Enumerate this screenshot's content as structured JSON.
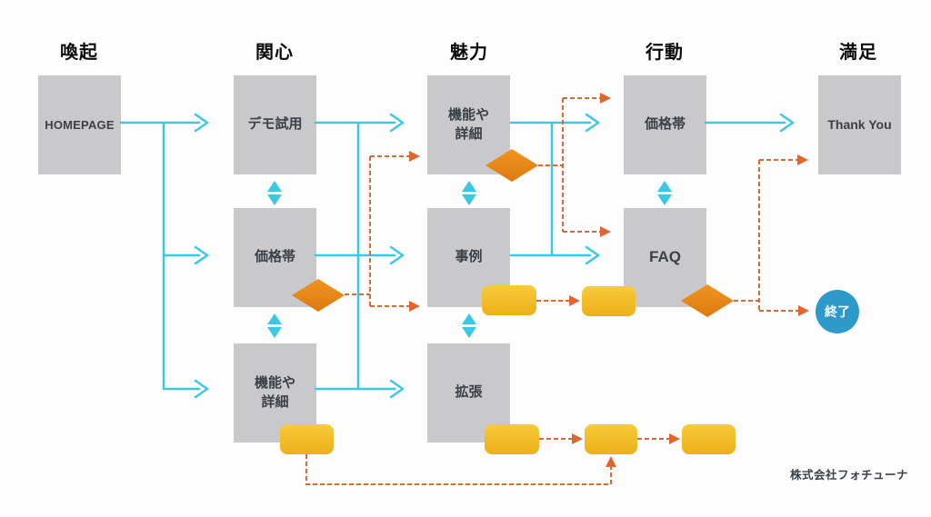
{
  "diagram": {
    "type": "customer-journey-flowchart",
    "columns": [
      {
        "header": "喚起",
        "nodes": [
          {
            "label": "HOMEPAGE"
          }
        ]
      },
      {
        "header": "関心",
        "nodes": [
          {
            "label": "デモ試用"
          },
          {
            "label": "価格帯"
          },
          {
            "label": "機能や詳細",
            "line1": "機能や",
            "line2": "詳細"
          }
        ]
      },
      {
        "header": "魅力",
        "nodes": [
          {
            "label": "機能や詳細",
            "line1": "機能や",
            "line2": "詳細"
          },
          {
            "label": "事例"
          },
          {
            "label": "拡張"
          }
        ]
      },
      {
        "header": "行動",
        "nodes": [
          {
            "label": "価格帯"
          },
          {
            "label": "FAQ"
          }
        ]
      },
      {
        "header": "満足",
        "nodes": [
          {
            "label": "Thank You"
          }
        ]
      }
    ],
    "end_node": {
      "label": "終了"
    },
    "footer": {
      "company": "株式会社フォチューナ"
    },
    "colors": {
      "flow_arrow": "#3bc8e4",
      "alt_path": "#e0662e",
      "decision_diamond": "#ea8a15",
      "touchpoint": "#f2bc27",
      "node_fill": "#c9c9cc",
      "node_text": "#3a4047",
      "end_node_fill": "#2d9ac9",
      "background": "#fdfdfd"
    }
  }
}
